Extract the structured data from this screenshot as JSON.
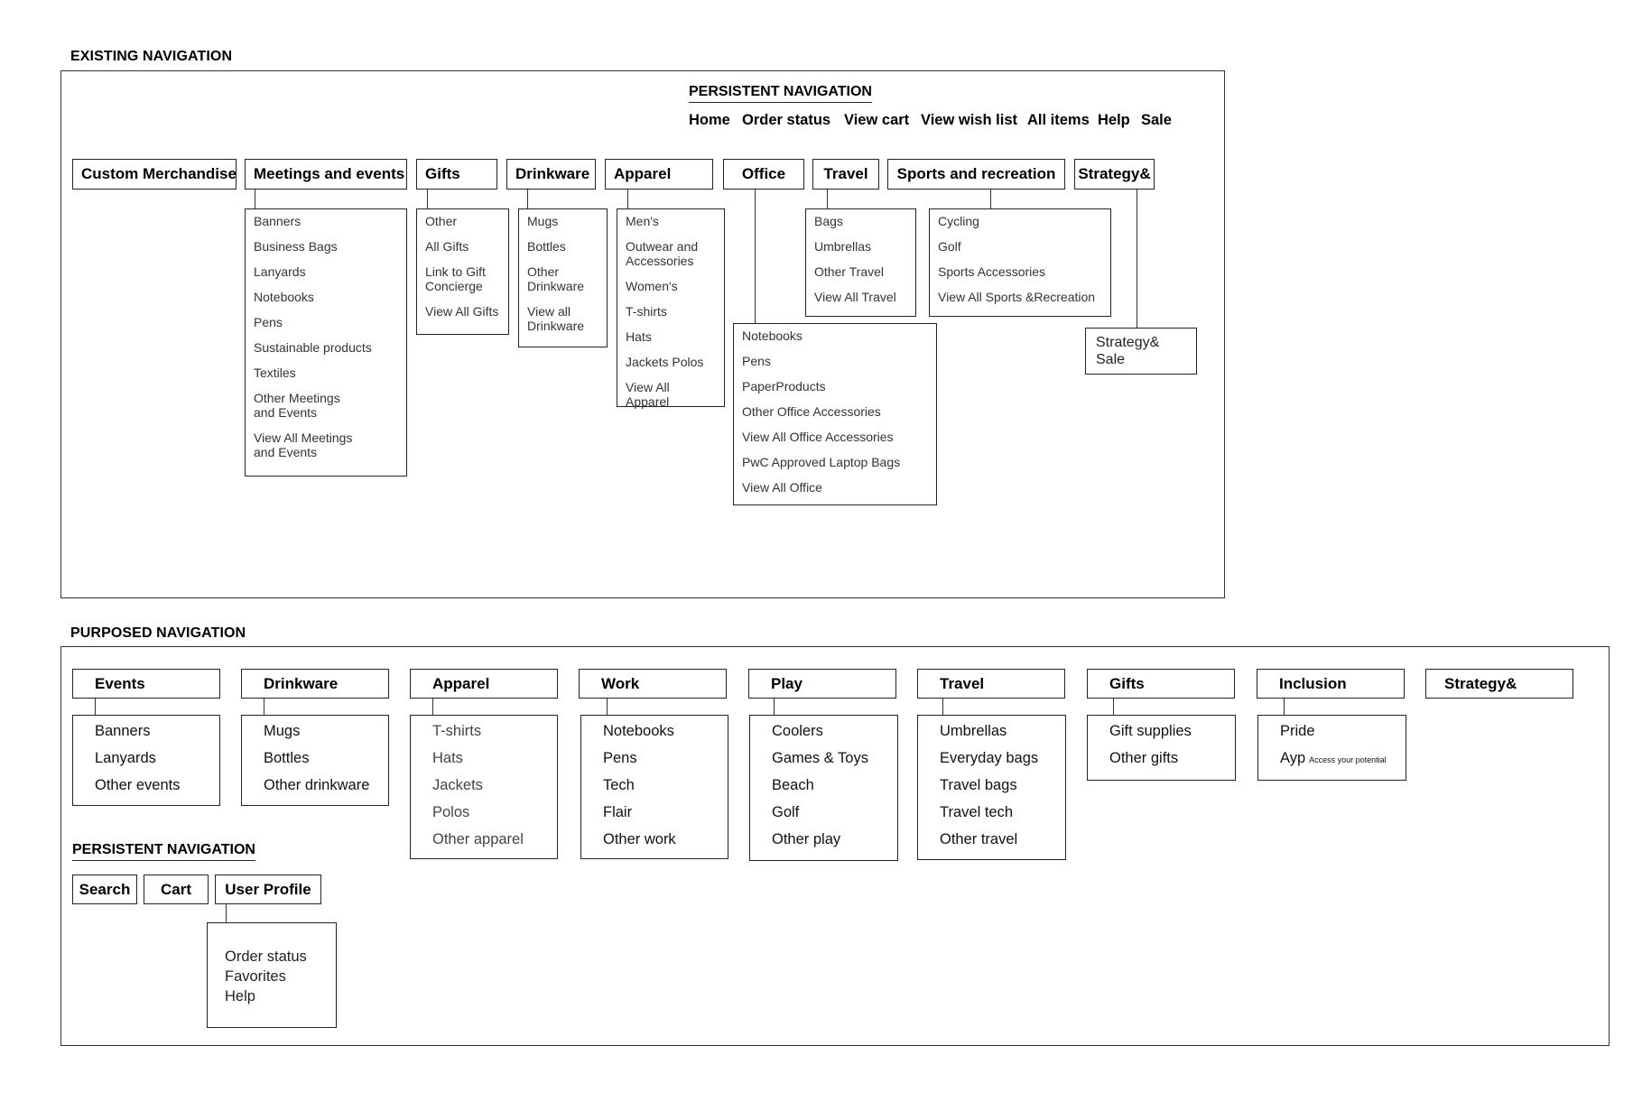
{
  "existing": {
    "title": "EXISTING NAVIGATION",
    "persistent_title": "PERSISTENT NAVIGATION",
    "persistent_links": [
      "Home",
      "Order status",
      "View cart",
      "View wish list",
      "All items",
      "Help",
      "Sale"
    ],
    "categories": [
      {
        "label": "Custom Merchandise",
        "items": []
      },
      {
        "label": "Meetings and events",
        "items": [
          "Banners",
          "Business Bags",
          "Lanyards",
          "Notebooks",
          "Pens",
          "Sustainable products",
          "Textiles",
          "Other Meetings and Events",
          "View All Meetings and Events"
        ]
      },
      {
        "label": "Gifts",
        "items": [
          "Other",
          "All Gifts",
          "Link to Gift Concierge",
          "View All Gifts"
        ]
      },
      {
        "label": "Drinkware",
        "items": [
          "Mugs",
          "Bottles",
          "Other Drinkware",
          "View all Drinkware"
        ]
      },
      {
        "label": "Apparel",
        "items": [
          "Men's",
          "Outwear and Accessories",
          "Women's",
          "T-shirts",
          "Hats",
          "Jackets Polos",
          "View All Apparel"
        ]
      },
      {
        "label": "Office",
        "items": [
          "Notebooks",
          "Pens",
          "PaperProducts",
          "Other Office Accessories",
          "View All Office Accessories",
          "PwC Approved Laptop Bags",
          "View All Office"
        ]
      },
      {
        "label": "Travel",
        "items": [
          "Bags",
          "Umbrellas",
          "Other Travel",
          "View All Travel"
        ]
      },
      {
        "label": "Sports and recreation",
        "items": [
          "Cycling",
          "Golf",
          "Sports Accessories",
          "View All Sports &Recreation"
        ]
      },
      {
        "label": "Strategy&",
        "items": [
          "Strategy& Sale"
        ]
      }
    ]
  },
  "proposed": {
    "title": "PURPOSED NAVIGATION",
    "categories": [
      {
        "label": "Events",
        "items": [
          "Banners",
          "Lanyards",
          "Other events"
        ]
      },
      {
        "label": "Drinkware",
        "items": [
          "Mugs",
          "Bottles",
          "Other drinkware"
        ]
      },
      {
        "label": "Apparel",
        "items": [
          "T-shirts",
          "Hats",
          "Jackets",
          "Polos",
          "Other apparel"
        ]
      },
      {
        "label": "Work",
        "items": [
          "Notebooks",
          "Pens",
          "Tech",
          "Flair",
          "Other work"
        ]
      },
      {
        "label": "Play",
        "items": [
          "Coolers",
          "Games & Toys",
          "Beach",
          "Golf",
          "Other play"
        ]
      },
      {
        "label": "Travel",
        "items": [
          "Umbrellas",
          "Everyday bags",
          "Travel bags",
          "Travel tech",
          "Other travel"
        ]
      },
      {
        "label": "Gifts",
        "items": [
          "Gift supplies",
          "Other gifts"
        ]
      },
      {
        "label": "Inclusion",
        "items": [
          "Pride",
          "Ayp"
        ],
        "ayp_note": "Access your potential"
      },
      {
        "label": "Strategy&",
        "items": []
      }
    ],
    "persistent_title": "PERSISTENT NAVIGATION",
    "persistent_buttons": [
      "Search",
      "Cart",
      "User Profile"
    ],
    "profile_items": [
      "Order status",
      "Favorites",
      "Help"
    ]
  }
}
